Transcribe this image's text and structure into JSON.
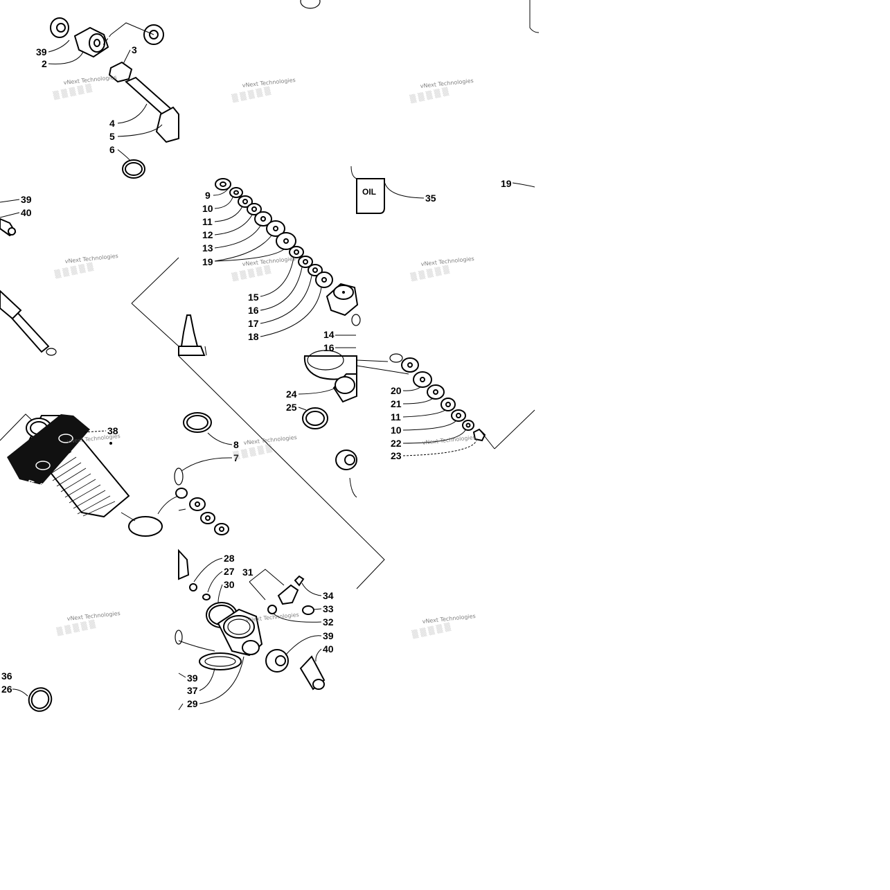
{
  "callouts": {
    "c39a": "39",
    "c2": "2",
    "c3": "3",
    "c4": "4",
    "c5": "5",
    "c6": "6",
    "c39b": "39",
    "c40a": "40",
    "c9": "9",
    "c10a": "10",
    "c11a": "11",
    "c12": "12",
    "c13": "13",
    "c19a": "19",
    "c15": "15",
    "c16a": "16",
    "c17": "17",
    "c18": "18",
    "c14": "14",
    "c16b": "16",
    "c35": "35",
    "c19b": "19",
    "c20": "20",
    "c21": "21",
    "c11b": "11",
    "c10b": "10",
    "c22": "22",
    "c23": "23",
    "c24": "24",
    "c25": "25",
    "c38": "38",
    "c8": "8",
    "c7": "7",
    "c28": "28",
    "c27": "27",
    "c30": "30",
    "c31": "31",
    "c34": "34",
    "c33": "33",
    "c32": "32",
    "c39c": "39",
    "c40b": "40",
    "c39d": "39",
    "c37": "37",
    "c29": "29",
    "c36": "36",
    "c26": "26"
  },
  "oil_label": "OIL",
  "brand_text": [
    "ARCTIC CAT",
    "SHOCKS"
  ],
  "watermark": "vNext Technologies"
}
